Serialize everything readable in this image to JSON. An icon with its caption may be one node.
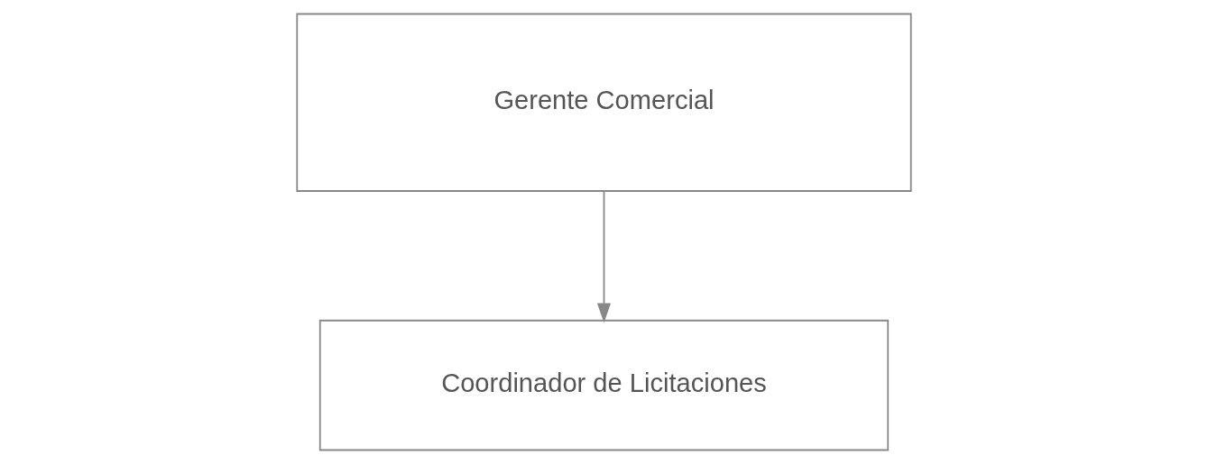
{
  "diagram": {
    "nodes": [
      {
        "text": [
          "Gerente Comercial"
        ]
      },
      {
        "text": [
          "Coordinador de Licitaciones"
        ]
      }
    ],
    "edges": [
      {
        "from": 0,
        "to": 1,
        "arrow": "to"
      }
    ]
  }
}
